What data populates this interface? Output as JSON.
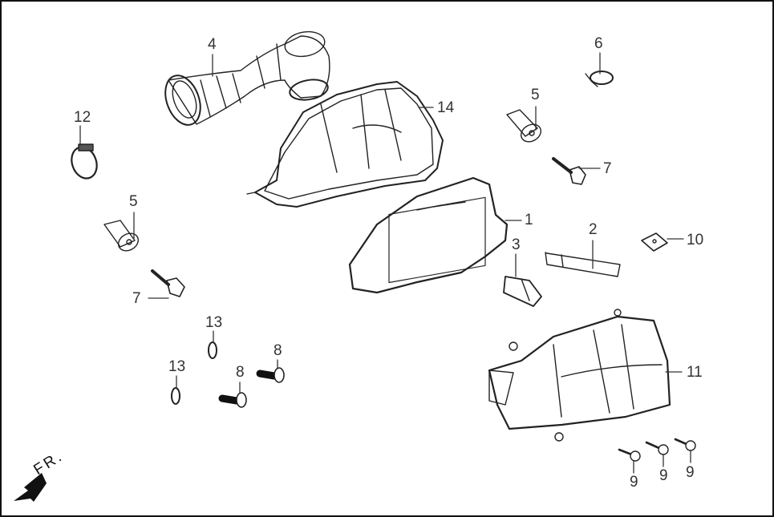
{
  "diagram": {
    "type": "exploded-parts-diagram",
    "subject": "air cleaner assembly",
    "direction_indicator": {
      "label": "FR.",
      "icon": "arrow-down-left-icon"
    },
    "callouts": [
      {
        "id": "c1",
        "label": "1",
        "part": "air-filter-element"
      },
      {
        "id": "c2",
        "label": "2",
        "part": "drain-tube"
      },
      {
        "id": "c3",
        "label": "3",
        "part": "drain-plug"
      },
      {
        "id": "c4",
        "label": "4",
        "part": "intake-duct"
      },
      {
        "id": "c5a",
        "label": "5",
        "part": "collar"
      },
      {
        "id": "c5b",
        "label": "5",
        "part": "collar"
      },
      {
        "id": "c6",
        "label": "6",
        "part": "hose-clip"
      },
      {
        "id": "c7a",
        "label": "7",
        "part": "flange-bolt"
      },
      {
        "id": "c7b",
        "label": "7",
        "part": "flange-bolt"
      },
      {
        "id": "c8a",
        "label": "8",
        "part": "screw"
      },
      {
        "id": "c8b",
        "label": "8",
        "part": "screw"
      },
      {
        "id": "c9a",
        "label": "9",
        "part": "tapping-screw"
      },
      {
        "id": "c9b",
        "label": "9",
        "part": "tapping-screw"
      },
      {
        "id": "c9c",
        "label": "9",
        "part": "tapping-screw"
      },
      {
        "id": "c10",
        "label": "10",
        "part": "speed-nut"
      },
      {
        "id": "c11",
        "label": "11",
        "part": "air-cleaner-case"
      },
      {
        "id": "c12",
        "label": "12",
        "part": "band-clamp"
      },
      {
        "id": "c13a",
        "label": "13",
        "part": "o-ring"
      },
      {
        "id": "c13b",
        "label": "13",
        "part": "o-ring"
      },
      {
        "id": "c14",
        "label": "14",
        "part": "air-cleaner-cover"
      }
    ]
  }
}
